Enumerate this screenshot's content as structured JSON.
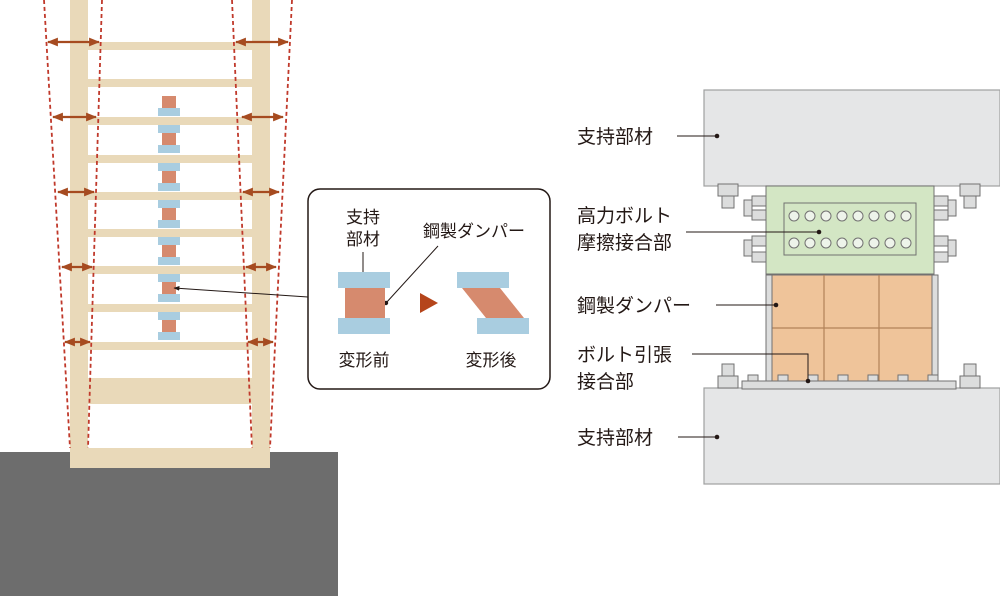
{
  "left_diagram": {
    "callout": {
      "support_member_line1": "支持",
      "support_member_line2": "部材",
      "steel_damper": "鋼製ダンパー",
      "before": "変形前",
      "after": "変形後"
    }
  },
  "right_diagram": {
    "labels": {
      "support_member_top": "支持部材",
      "friction_joint_line1": "高力ボルト",
      "friction_joint_line2": "摩擦接合部",
      "steel_damper": "鋼製ダンパー",
      "bolt_tension_line1": "ボルト引張",
      "bolt_tension_line2": "接合部",
      "support_member_bottom": "支持部材"
    }
  },
  "colors": {
    "frame": "#e9d9b9",
    "ground": "#6d6d6d",
    "deformation_line": "#c0392b",
    "arrow": "#a64b20",
    "damper_core": "#d68a6e",
    "damper_plate": "#a9cde0",
    "damper_panel": "#efc49a",
    "joint_plate": "#d3e6c4",
    "support_member": "#e5e6e7"
  }
}
